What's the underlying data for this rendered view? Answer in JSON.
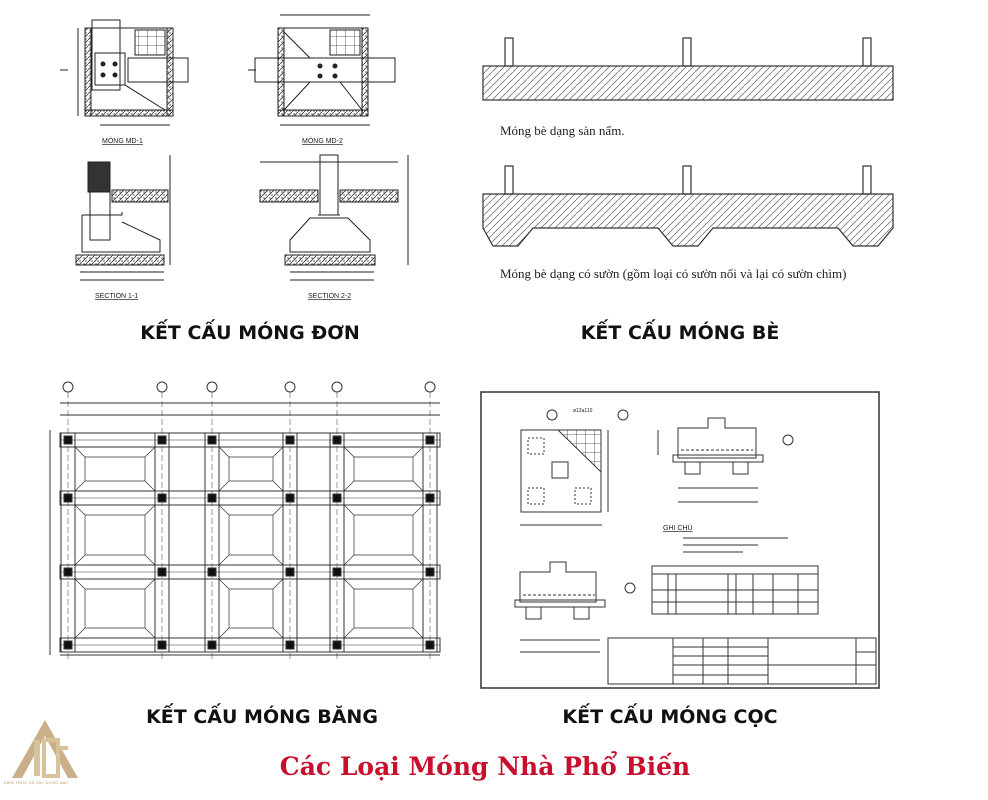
{
  "quadrants": {
    "single": {
      "caption": "KẾT CẤU MÓNG ĐƠN",
      "labels": [
        "MÓNG MD-1",
        "MÓNG MD-2",
        "SECTION 1-1",
        "SECTION 2-2"
      ]
    },
    "raft": {
      "caption": "KẾT CẤU MÓNG BÈ",
      "note_flat": "Móng bè dạng sàn nấm.",
      "note_ribbed": "Móng bè dạng có sườn (gồm loại có sườn nổi và lại có sườn chìm)"
    },
    "strip": {
      "caption": "KẾT CẤU MÓNG BĂNG"
    },
    "pile": {
      "caption": "KẾT CẤU MÓNG CỌC",
      "notes_title": "GHI CHÚ",
      "rebar": "ø12a110"
    }
  },
  "title": "Các Loại Móng Nhà Phổ Biến",
  "logo": {
    "letters": "ABC",
    "tagline": "KIẾN TRÚC VÀ XÂY DỰNG ABC"
  },
  "colors": {
    "title": "#c8102e",
    "logo": "#c9b08a",
    "ink": "#111111"
  }
}
